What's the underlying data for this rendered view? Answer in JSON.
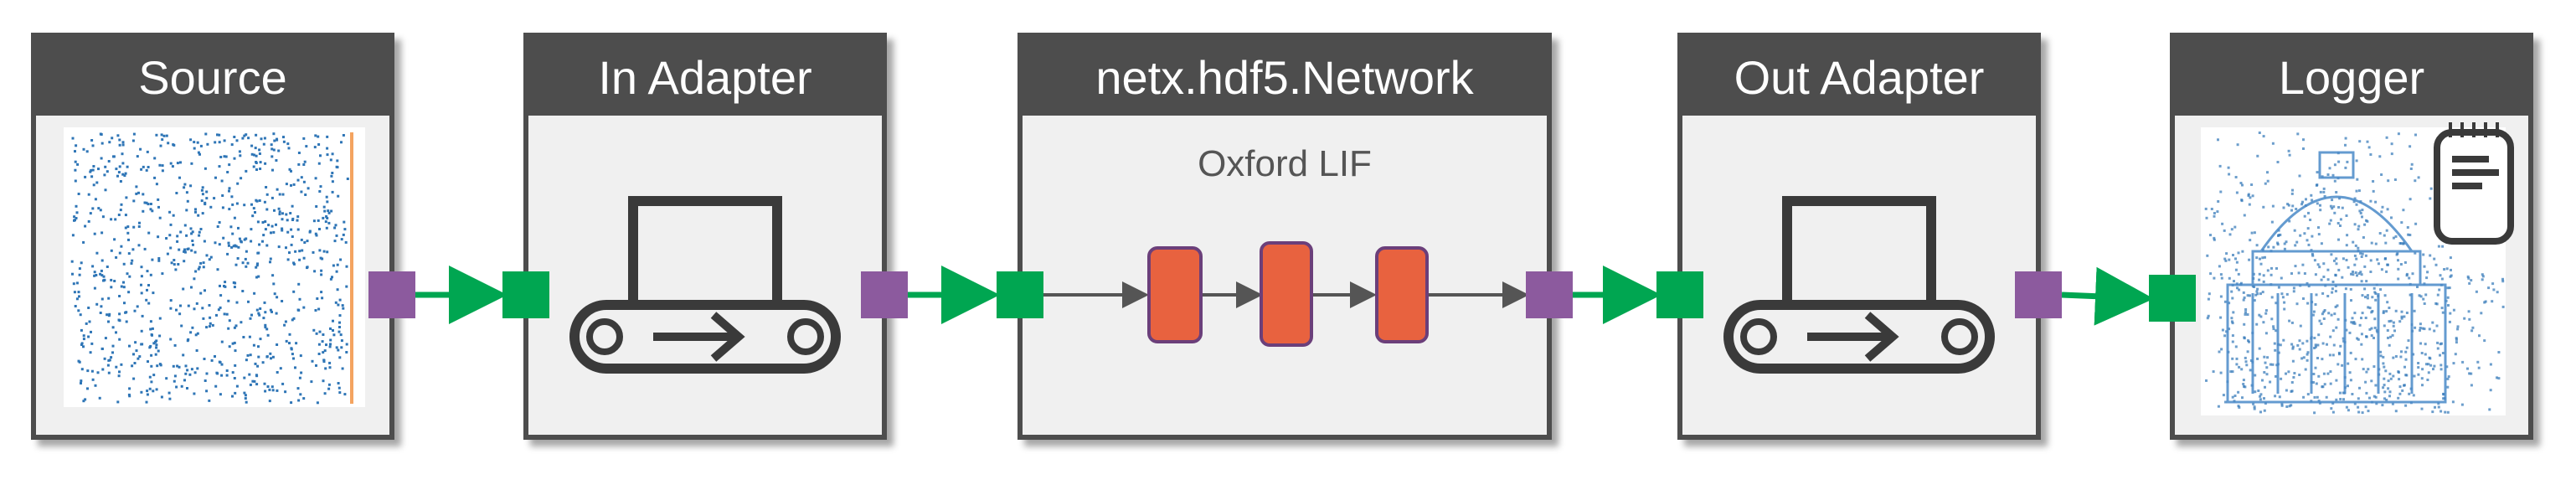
{
  "blocks": {
    "source": {
      "title": "Source"
    },
    "in_adapter": {
      "title": "In Adapter"
    },
    "network": {
      "title": "netx.hdf5.Network",
      "subtitle": "Oxford LIF"
    },
    "out_adapter": {
      "title": "Out Adapter"
    },
    "logger": {
      "title": "Logger"
    }
  },
  "colors": {
    "header": "#4d4d4d",
    "body": "#f0f0f0",
    "out_port": "#8c5a9e",
    "in_port": "#00a651",
    "arrow": "#00a651",
    "neuron": "#e8623f",
    "neuron_border": "#6b3f7a",
    "spike": "#2e75b6",
    "marker": "#f4a460",
    "icon": "#3a3a3a"
  },
  "icons": {
    "in_adapter": "conveyor-belt-icon",
    "out_adapter": "conveyor-belt-icon",
    "logger": "notepad-icon"
  }
}
